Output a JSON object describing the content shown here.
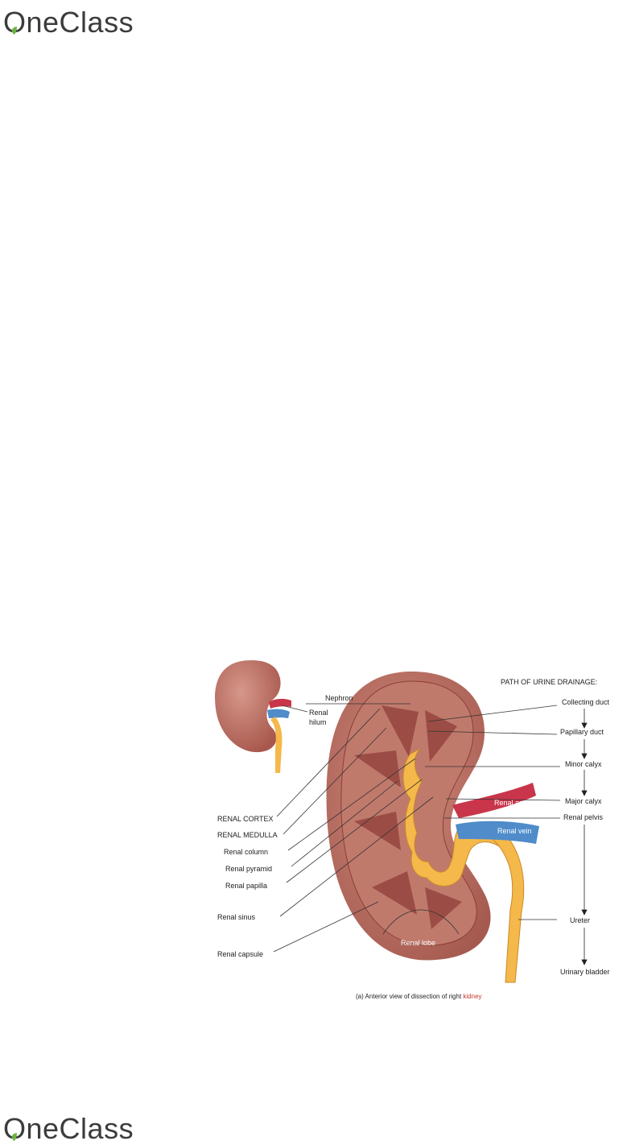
{
  "header": {
    "logo_text": "OneClass"
  },
  "footer": {
    "logo_text": "OneClass"
  },
  "figure": {
    "labels": {
      "nephron": "Nephron",
      "renal_hilum_1": "Renal",
      "renal_hilum_2": "hilum",
      "renal_cortex": "RENAL CORTEX",
      "renal_medulla": "RENAL MEDULLA",
      "renal_column": "Renal column",
      "renal_pyramid": "Renal pyramid",
      "renal_papilla": "Renal papilla",
      "renal_sinus": "Renal sinus",
      "renal_capsule": "Renal capsule",
      "renal_artery": "Renal artery",
      "renal_vein": "Renal vein",
      "renal_lobe": "Renal lobe"
    },
    "urine_path": {
      "title": "PATH OF URINE DRAINAGE:",
      "steps": [
        "Collecting duct",
        "Papillary duct",
        "Minor calyx",
        "Major calyx",
        "Renal pelvis",
        "Ureter",
        "Urinary bladder"
      ]
    },
    "caption": {
      "prefix": "(a) Anterior view of dissection of right ",
      "highlight": "kidney"
    }
  },
  "colors": {
    "kidney": "#b86a5e",
    "medulla": "#9b4d45",
    "artery": "#c9354a",
    "vein": "#4f8cc9",
    "urine": "#f5b84a",
    "highlight": "#f6d4d0"
  }
}
